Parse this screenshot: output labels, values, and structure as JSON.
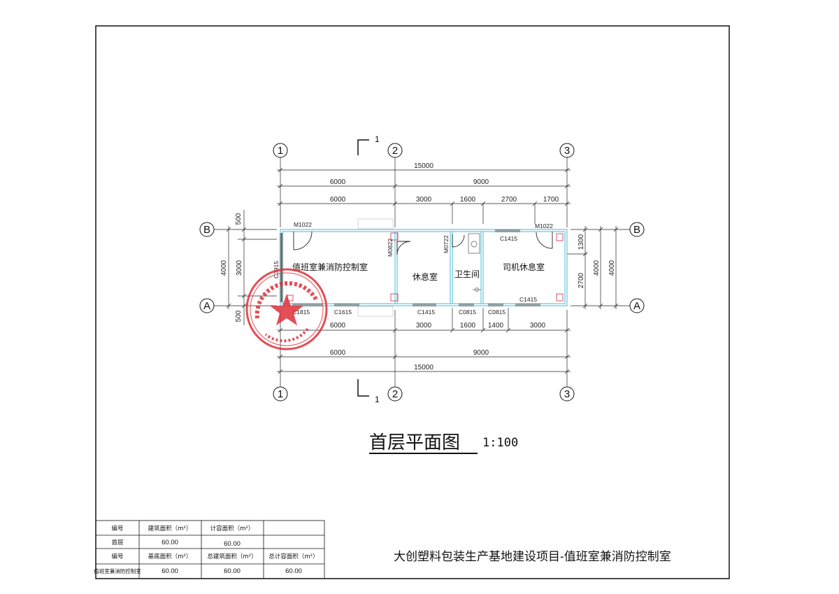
{
  "grid_labels": {
    "c1": "1",
    "c2": "2",
    "c3": "3",
    "rA": "A",
    "rB": "B"
  },
  "section_mark": "1",
  "dims_top": {
    "total": "15000",
    "d6000a": "6000",
    "d9000": "9000",
    "d6000b": "6000",
    "d3000": "3000",
    "d1600": "1600",
    "d2700": "2700",
    "d1700": "1700"
  },
  "dims_bottom": {
    "d6000": "6000",
    "d3000": "3000",
    "d1600": "1600",
    "d1400": "1400",
    "d3000b": "3000",
    "d6000b": "6000",
    "d9000": "9000",
    "total": "15000"
  },
  "dims_left": {
    "d500a": "500",
    "d4000": "4000",
    "d3000": "3000",
    "d500b": "500"
  },
  "dims_right": {
    "d1300": "1300",
    "d2700": "2700",
    "d4000a": "4000",
    "d4000b": "4000"
  },
  "rooms": {
    "duty": "值班室兼消防控制室",
    "rest": "休息室",
    "toilet": "卫生间",
    "driver": "司机休息室"
  },
  "openings": {
    "m1022a": "M1022",
    "m1022b": "M1022",
    "m0822": "M0822",
    "m0722": "M0722",
    "c3915": "C3915",
    "c1815": "C1815",
    "c1615": "C1615",
    "c1415a": "C1415",
    "c1415b": "C1415",
    "c1415c": "C1415",
    "c0815a": "C0815",
    "c0815b": "C0815"
  },
  "title": {
    "main": "首层平面图",
    "scale": "1:100"
  },
  "project": "大创塑料包装生产基地建设项目-值班室兼消防控制室",
  "area_table": {
    "h1": [
      "编号",
      "建筑面积（m²）",
      "计容面积（m²）"
    ],
    "r1": [
      "首层",
      "60.00",
      "60.00"
    ],
    "h2": [
      "编号",
      "基底面积（m²）",
      "总建筑面积（m²）",
      "总计容面积（m²）"
    ],
    "r2": [
      "值班室兼消防控制室",
      "60.00",
      "60.00",
      "60.00"
    ]
  },
  "colors": {
    "wall": "#63c6de",
    "stamp": "#e0303a",
    "line": "#222222"
  }
}
